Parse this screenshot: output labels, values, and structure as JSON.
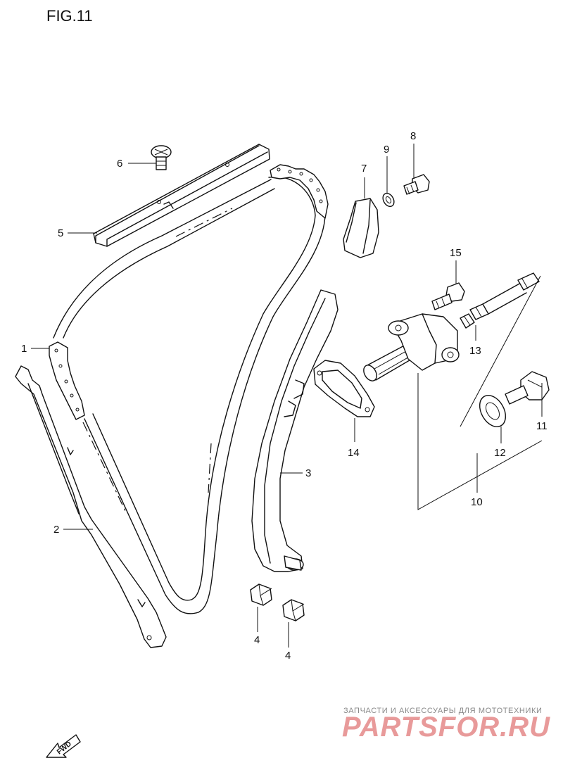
{
  "figure": {
    "title": "FIG.11"
  },
  "callouts": {
    "p1": "1",
    "p2": "2",
    "p3": "3",
    "p4a": "4",
    "p4b": "4",
    "p5": "5",
    "p6": "6",
    "p7": "7",
    "p8": "8",
    "p9": "9",
    "p10": "10",
    "p11": "11",
    "p12": "12",
    "p13": "13",
    "p14": "14",
    "p15": "15"
  },
  "direction_arrow": {
    "label": "FWD"
  },
  "watermark": {
    "tagline": "ЗАПЧАСТИ И АКСЕССУАРЫ ДЛЯ МОТОТЕХНИКИ",
    "logo": "PARTSFOR.RU",
    "color": "#e89a9a"
  }
}
